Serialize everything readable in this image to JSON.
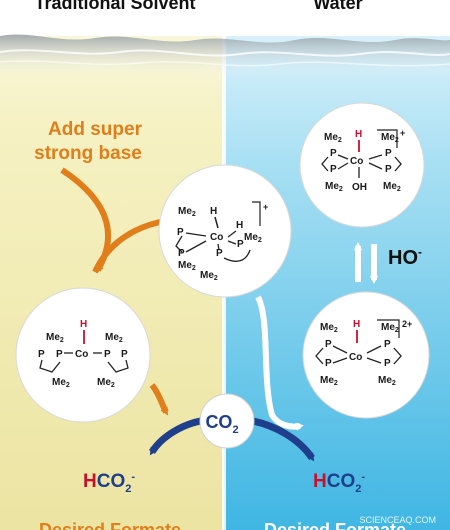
{
  "headers": {
    "left": "Traditional Solvent",
    "right": "Water"
  },
  "left_panel": {
    "step_label_line1": "Add super",
    "step_label_line2": "strong base",
    "product": {
      "h": "H",
      "rest": "CO",
      "sub": "2",
      "sup": "-"
    },
    "footer": "Desired Formate"
  },
  "right_panel": {
    "hydroxide": {
      "base": "HO",
      "sup": "-"
    },
    "product": {
      "h": "H",
      "rest": "CO",
      "sub": "2",
      "sup": "-"
    },
    "footer": "Desired Formate"
  },
  "reagent": {
    "base": "CO",
    "sub": "2"
  },
  "complexes": {
    "center": {
      "charge": "+",
      "metal": "Co"
    },
    "left": {
      "charge": "",
      "metal": "Co"
    },
    "top_right": {
      "charge": "+",
      "metal": "Co",
      "ligand": "OH"
    },
    "bottom_right": {
      "charge": "2+",
      "metal": "Co"
    }
  },
  "watermark": "SCIENCEAQ.COM",
  "colors": {
    "left_bg": "#f5f0b8",
    "right_bg": "#55c3e6",
    "orange": "#e07e1b",
    "navy": "#1f3e8c",
    "hydride": "#c8102e"
  }
}
